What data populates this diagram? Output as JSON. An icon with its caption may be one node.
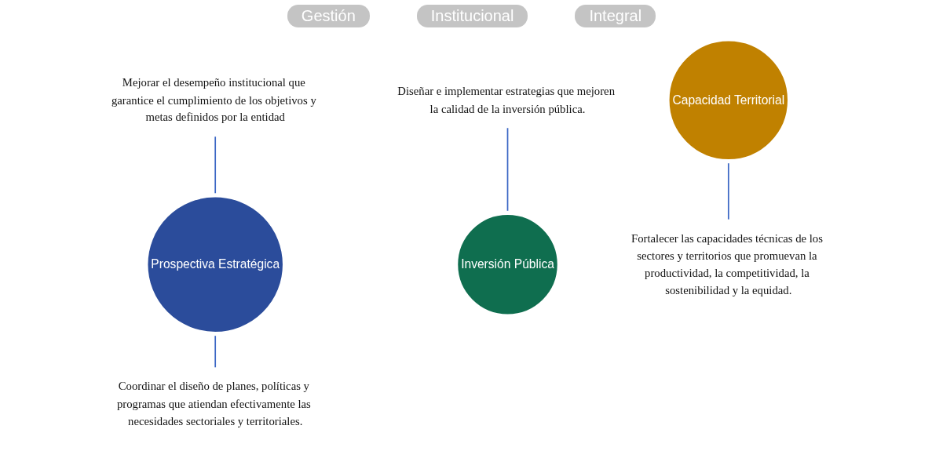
{
  "diagram": {
    "nodes": [
      {
        "text": [
          "Diseñar e implementar estrategias que mejoren la calidad de la inversión pública."
        ]
      },
      {
        "text": [
          "Mejorar el desempeño institucional que garantice el cumplimiento de los objetivos y metas definidos por la entidad"
        ]
      },
      {
        "text": [
          "Prospectiva Estratégica"
        ]
      },
      {
        "text": [
          "Inversión Pública"
        ]
      },
      {
        "text": [
          "Capacidad Territorial"
        ]
      },
      {
        "text": [
          "Coordinar el diseño de planes, políticas y programas que atiendan efectivamente las necesidades sectoriales y territoriales."
        ]
      },
      {
        "text": [
          "Fortalecer las capacidades técnicas de los sectores y territorios que promuevan la productividad, la competitividad, la sostenibilidad y la equidad."
        ]
      }
    ],
    "edges": [
      {
        "from": 1,
        "to": 2,
        "arrow": "none"
      },
      {
        "from": 0,
        "to": 3,
        "arrow": "none"
      },
      {
        "from": 2,
        "to": 5,
        "arrow": "none"
      },
      {
        "from": 4,
        "to": 6,
        "arrow": "none"
      }
    ],
    "labels": [
      "Gestión",
      "Institucional",
      "Integral"
    ]
  }
}
